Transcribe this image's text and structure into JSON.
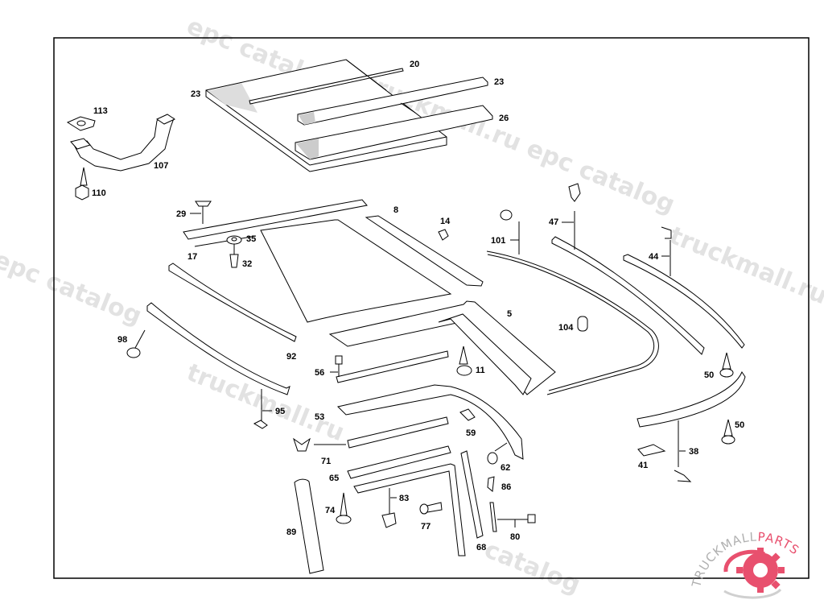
{
  "diagram": {
    "title": "Roof trim, moldings and seals – exploded parts diagram",
    "callouts": [
      {
        "id": "c20",
        "label": "20"
      },
      {
        "id": "c23a",
        "label": "23"
      },
      {
        "id": "c23b",
        "label": "23"
      },
      {
        "id": "c26",
        "label": "26"
      },
      {
        "id": "c113",
        "label": "113"
      },
      {
        "id": "c107",
        "label": "107"
      },
      {
        "id": "c110",
        "label": "110"
      },
      {
        "id": "c29",
        "label": "29"
      },
      {
        "id": "c35",
        "label": "35"
      },
      {
        "id": "c17",
        "label": "17"
      },
      {
        "id": "c32",
        "label": "32"
      },
      {
        "id": "c8",
        "label": "8"
      },
      {
        "id": "c14",
        "label": "14"
      },
      {
        "id": "c101",
        "label": "101"
      },
      {
        "id": "c47",
        "label": "47"
      },
      {
        "id": "c44",
        "label": "44"
      },
      {
        "id": "c5",
        "label": "5"
      },
      {
        "id": "c104",
        "label": "104"
      },
      {
        "id": "c92",
        "label": "92"
      },
      {
        "id": "c98",
        "label": "98"
      },
      {
        "id": "c56",
        "label": "56"
      },
      {
        "id": "c11",
        "label": "11"
      },
      {
        "id": "c50a",
        "label": "50"
      },
      {
        "id": "c50b",
        "label": "50"
      },
      {
        "id": "c95",
        "label": "95"
      },
      {
        "id": "c53",
        "label": "53"
      },
      {
        "id": "c59",
        "label": "59"
      },
      {
        "id": "c71",
        "label": "71"
      },
      {
        "id": "c62",
        "label": "62"
      },
      {
        "id": "c38",
        "label": "38"
      },
      {
        "id": "c41",
        "label": "41"
      },
      {
        "id": "c65",
        "label": "65"
      },
      {
        "id": "c86",
        "label": "86"
      },
      {
        "id": "c74",
        "label": "74"
      },
      {
        "id": "c83",
        "label": "83"
      },
      {
        "id": "c77",
        "label": "77"
      },
      {
        "id": "c89",
        "label": "89"
      },
      {
        "id": "c80",
        "label": "80"
      },
      {
        "id": "c68",
        "label": "68"
      }
    ]
  },
  "watermarks": [
    "epc catalog",
    "truckmall.ru epc catalog",
    "truckmall.ru",
    "epc catalog",
    "truckmall.ru",
    "catalog"
  ],
  "logo": {
    "text_dark": "TRUCKMALL",
    "text_accent": "PARTS",
    "accent_color": "#e8506e",
    "dark_color": "#b0b0b0"
  }
}
